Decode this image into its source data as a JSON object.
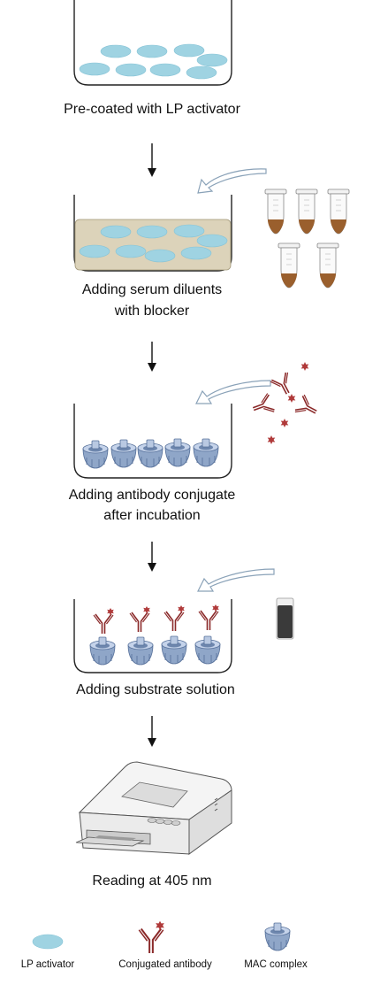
{
  "steps": [
    {
      "label": "Pre-coated with LP activator"
    },
    {
      "label_line1": "Adding serum diluents",
      "label_line2": "with blocker"
    },
    {
      "label_line1": "Adding antibody conjugate",
      "label_line2": "after incubation"
    },
    {
      "label": "Adding substrate solution"
    },
    {
      "label": "Reading at 405 nm"
    }
  ],
  "legend": [
    {
      "label": "LP activator",
      "icon": "lp-activator-ellipse-icon"
    },
    {
      "label": "Conjugated antibody",
      "icon": "conjugated-antibody-icon"
    },
    {
      "label": "MAC complex",
      "icon": "mac-complex-icon"
    }
  ],
  "colors": {
    "lp_activator": "#9fd3e2",
    "blocker": "#dcd3ba",
    "antibody": "#8b2a2a",
    "star": "#b03a3a",
    "mac": "#8fa6c8",
    "tube_liquid": "#9a5f2d",
    "substrate": "#3a3a3a",
    "arrow_outline": "#8aa2b8"
  }
}
